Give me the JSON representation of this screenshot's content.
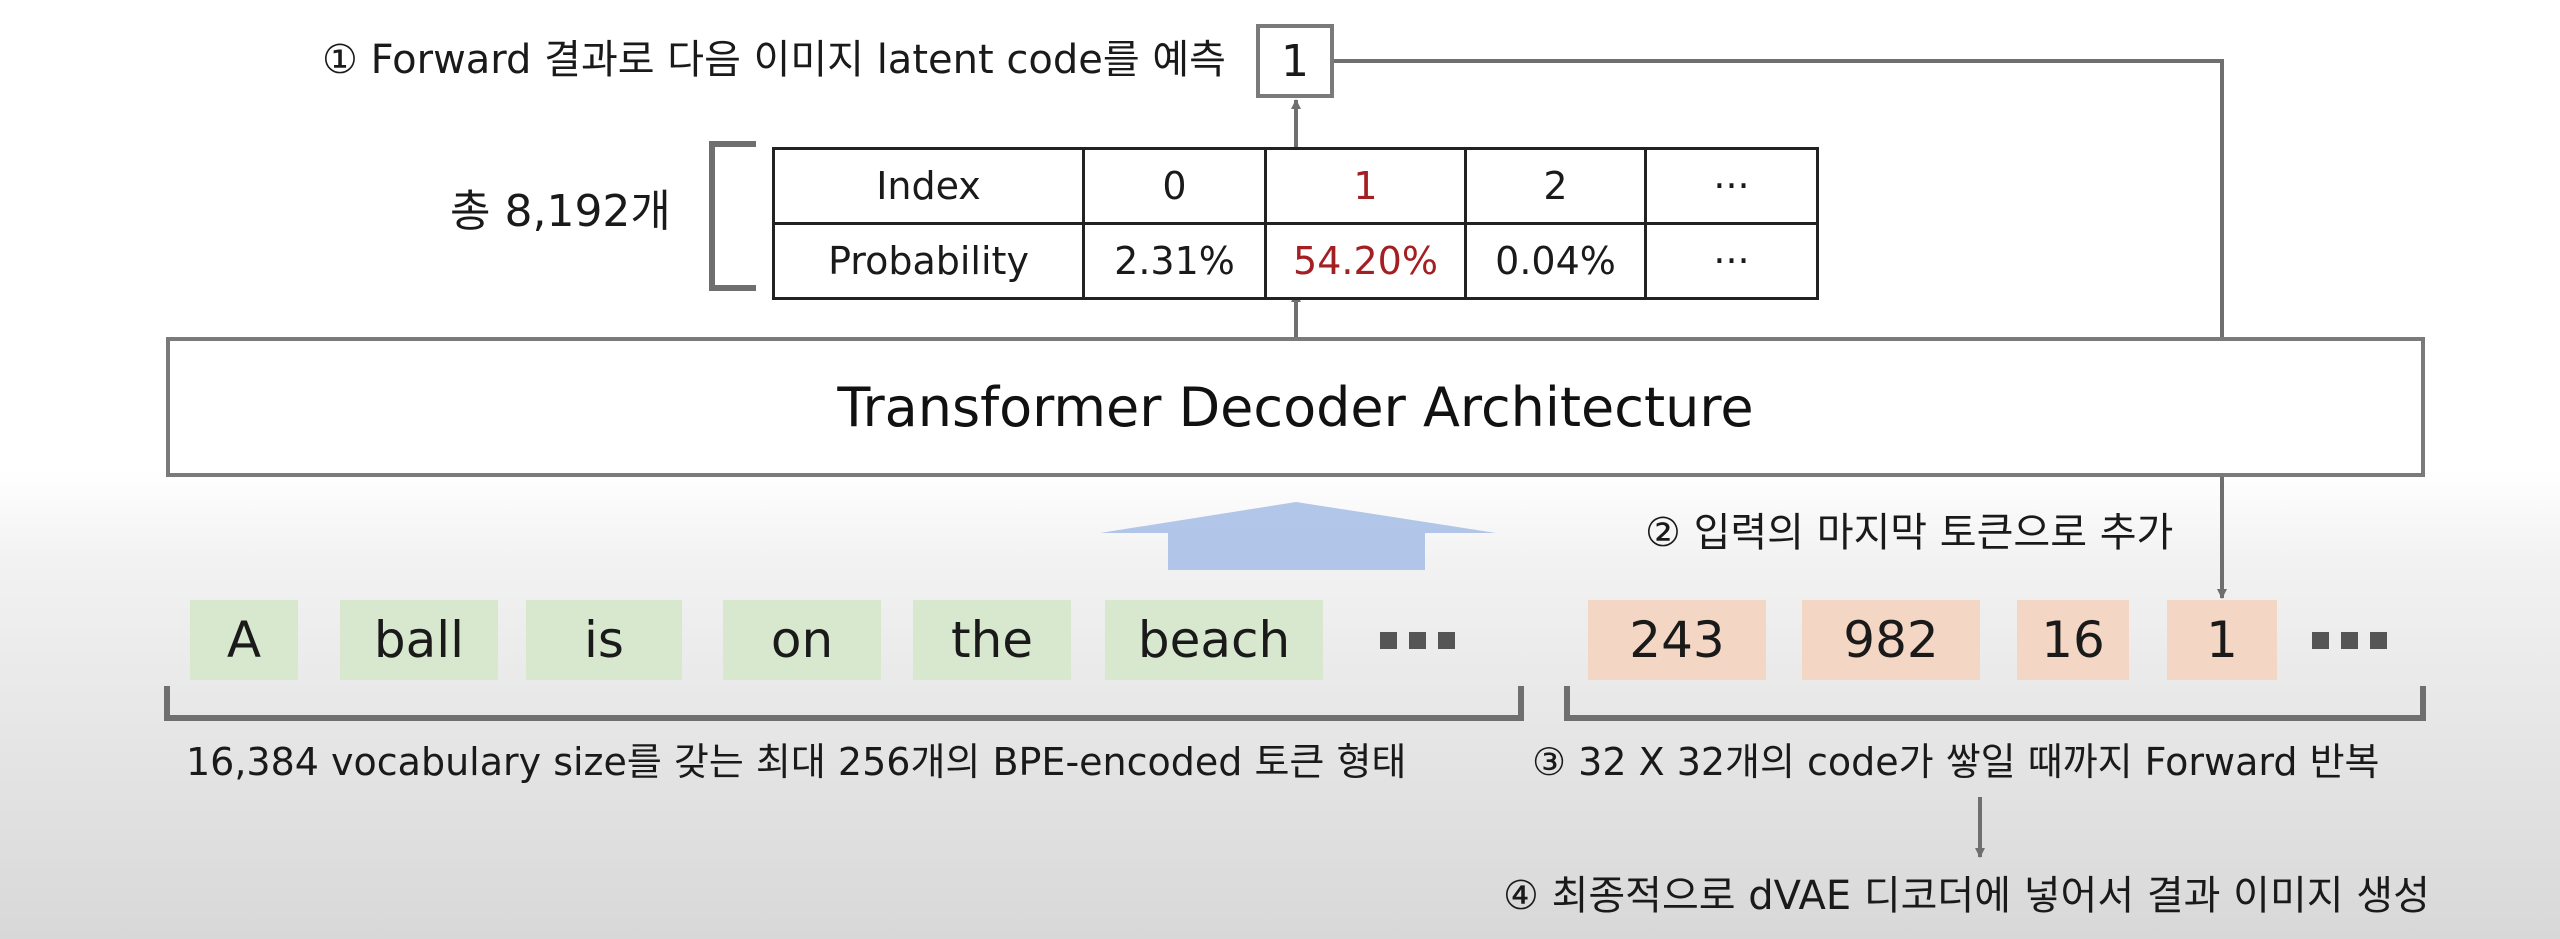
{
  "step1_label": "① Forward 결과로 다음 이미지 latent code를 예측",
  "predicted_index": "1",
  "total_label": "총 8,192개",
  "probability_table": {
    "row_headers": [
      "Index",
      "Probability"
    ],
    "indices": [
      "0",
      "1",
      "2",
      "···"
    ],
    "probabilities": [
      "2.31%",
      "54.20%",
      "0.04%",
      "···"
    ],
    "highlight_column": 1,
    "highlight_color": "#a31f22"
  },
  "transformer_label": "Transformer Decoder Architecture",
  "step2_label": "② 입력의 마지막 토큰으로 추가",
  "text_tokens": [
    "A",
    "ball",
    "is",
    "on",
    "the",
    "beach"
  ],
  "image_tokens": [
    "243",
    "982",
    "16",
    "1"
  ],
  "text_caption": "16,384 vocabulary size를 갖는 최대 256개의 BPE-encoded 토큰 형태",
  "step3_label": "③ 32 X 32개의 code가 쌓일 때까지 Forward 반복",
  "step4_label": "④ 최종적으로 dVAE 디코더에 넣어서 결과 이미지 생성",
  "colors": {
    "text_token_bg": "#d7e8cf",
    "image_token_bg": "#f4d6c4",
    "up_arrow": "#a9c0e6",
    "connector": "#6f6f6f"
  }
}
